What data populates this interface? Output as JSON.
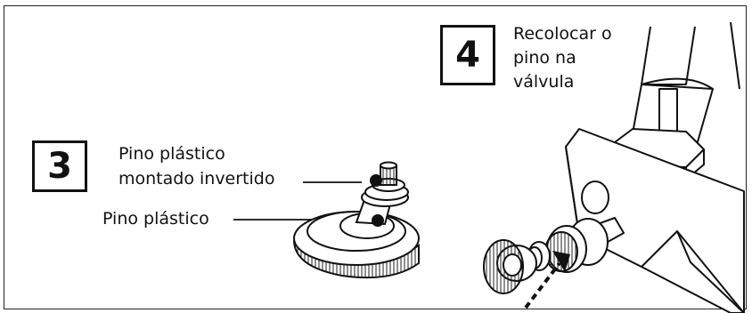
{
  "step3": {
    "number": "3",
    "label_top_line1": "Pino plástico",
    "label_top_line2": "montado invertido",
    "label_left": "Pino plástico"
  },
  "step4": {
    "number": "4",
    "caption_line1": "Recolocar o",
    "caption_line2": "pino na",
    "caption_line3": "válvula"
  }
}
